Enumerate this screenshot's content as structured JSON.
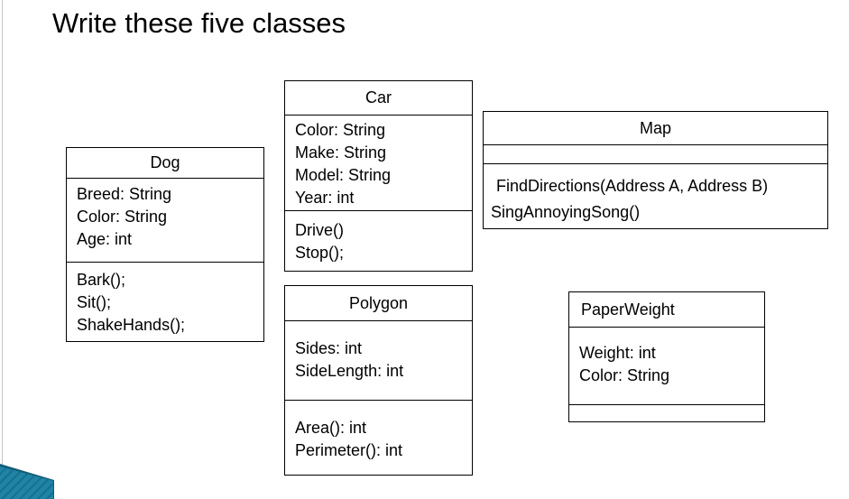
{
  "slide": {
    "title": "Write these five classes"
  },
  "decor": {
    "accent_teal": "#1f84a5",
    "accent_teal_stripe": "#186f8e",
    "accent_teal_dark_edge": "#0f5e79",
    "left_edge_line_color": "#c6c6c6",
    "box_border_color": "#000000",
    "background_color": "#ffffff"
  },
  "classes": [
    {
      "name": "Dog",
      "attributes": [
        "Breed: String",
        "Color: String",
        "Age: int"
      ],
      "methods": [
        "Bark();",
        "Sit();",
        "ShakeHands();"
      ]
    },
    {
      "name": "Car",
      "attributes": [
        "Color: String",
        "Make: String",
        "Model: String",
        "Year: int"
      ],
      "methods": [
        "Drive()",
        "Stop();"
      ]
    },
    {
      "name": "Map",
      "attributes": [],
      "methods": [
        "FindDirections(Address A, Address B)",
        "SingAnnoyingSong()"
      ]
    },
    {
      "name": "Polygon",
      "attributes": [
        "Sides: int",
        "SideLength: int"
      ],
      "methods": [
        "Area(): int",
        "Perimeter(): int"
      ]
    },
    {
      "name": "PaperWeight",
      "attributes": [
        "Weight: int",
        "Color: String"
      ],
      "methods": []
    }
  ]
}
